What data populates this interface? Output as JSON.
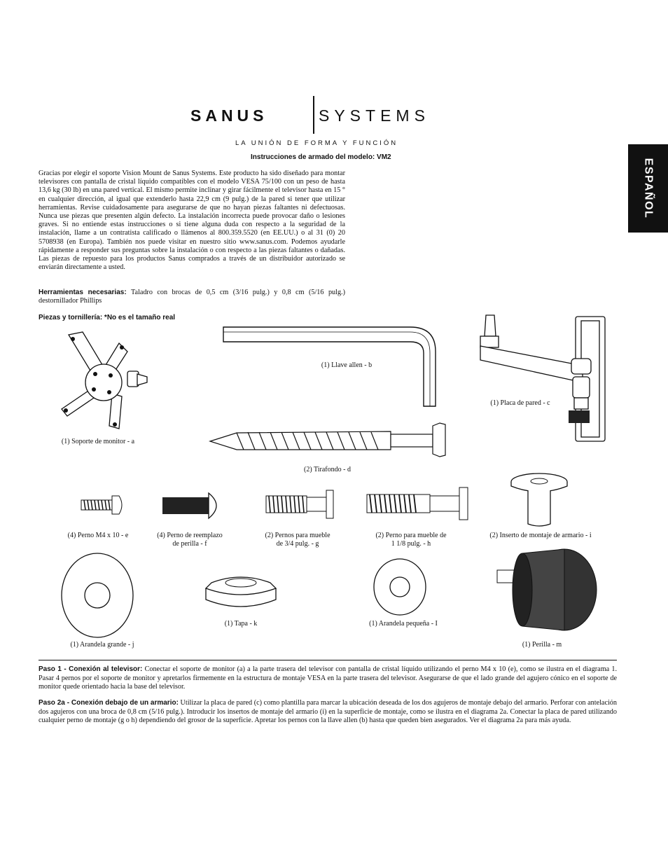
{
  "header": {
    "brand_left": "SANUS",
    "brand_right": "SYSTEMS",
    "tagline": "LA UNIÓN DE FORMA Y FUNCIÓN",
    "title": "Instrucciones de armado del modelo: VM2"
  },
  "side_tab": {
    "label": "ESPAÑOL"
  },
  "intro": {
    "text": "Gracias por elegir el soporte Vision Mount de Sanus Systems. Este producto ha sido diseñado para montar televisores con pantalla de cristal líquido compatibles con el modelo VESA 75/100 con un peso de hasta 13,6 kg (30 lb) en una pared vertical. El mismo permite inclinar y girar fácilmente el televisor hasta en 15 ° en cualquier dirección, al igual que extenderlo hasta 22,9 cm (9 pulg.) de la pared si tener que utilizar herramientas. Revise cuidadosamente para asegurarse de que no hayan piezas faltantes ni defectuosas. Nunca use piezas que presenten algún defecto. La instalación incorrecta puede provocar daño o lesiones graves. Si no entiende estas instrucciones o si tiene alguna duda con respecto a la seguridad de la instalación, llame a un contratista calificado o llámenos al 800.359.5520 (en EE.UU.) o al 31 (0) 20 5708938 (en Europa). También nos puede visitar en nuestro sitio www.sanus.com. Podemos ayudarle rápidamente a responder sus preguntas sobre la instalación o con respecto a las piezas faltantes o dañadas. Las piezas de repuesto para los productos Sanus comprados a través de un distribuidor autorizado se enviarán directamente a usted."
  },
  "tools": {
    "heading": "Herramientas necesarias:",
    "text": " Taladro con brocas de 0,5 cm (3/16 pulg.) y 0,8 cm (5/16 pulg.) destornillador Phillips"
  },
  "parts": {
    "heading": "Piezas y tornillería: *No es el tamaño real",
    "a": "(1) Soporte de monitor - a",
    "b": "(1) Llave allen - b",
    "c": "(1) Placa de pared - c",
    "d": "(2) Tirafondo - d",
    "e": "(4) Perno M4 x 10 - e",
    "f_line1": "(4) Perno de reemplazo",
    "f_line2": "de perilla - f",
    "g_line1": "(2) Pernos para mueble",
    "g_line2": "de 3/4 pulg. - g",
    "h_line1": "(2) Perno para mueble de",
    "h_line2": "1 1/8 pulg. - h",
    "i": "(2) Inserto de montaje de armario - i",
    "j": "(1) Arandela grande - j",
    "k": "(1) Tapa - k",
    "l": "(1) Arandela pequeña - I",
    "m": "(1) Perilla - m"
  },
  "steps": {
    "step1_heading": "Paso 1 - Conexión al televisor:",
    "step1_text": "  Conectar el soporte de monitor (a) a la parte trasera del televisor con pantalla de cristal líquido utilizando el perno M4 x 10 (e), como se ilustra en el diagrama 1. Pasar 4 pernos por el soporte de monitor y apretarlos firmemente en la estructura de montaje VESA en la parte trasera del televisor. Asegurarse de que el lado grande del agujero cónico en el soporte de monitor quede orientado hacia la base del televisor.",
    "step2a_heading": "Paso 2a - Conexión debajo de un armario:",
    "step2a_text": " Utilizar la placa de pared (c) como plantilla para marcar la ubicación deseada de los dos agujeros de montaje debajo del armario. Perforar con antelación dos agujeros con una broca de 0,8 cm (5/16 pulg.). Introducir los insertos de montaje del armario (i) en la superficie de montaje, como se ilustra en el diagrama 2a. Conectar la placa de pared utilizando cualquier perno de montaje (g o h) dependiendo del grosor de la superficie. Apretar los pernos con la llave allen (b) hasta que queden bien asegurados. Ver el diagrama 2a para más ayuda."
  }
}
